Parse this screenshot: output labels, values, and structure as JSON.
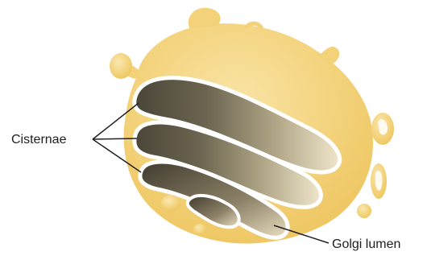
{
  "labels": {
    "cisternae": "Cisternae",
    "golgi_lumen": "Golgi lumen"
  },
  "colors": {
    "membrane_body": "#f3d27a",
    "membrane_highlight": "#f8e1a0",
    "lumen_dark": "#4a4638",
    "lumen_mid": "#9c9072",
    "lumen_light": "#efe6cc",
    "outline": "#ffffff",
    "leader_line": "#222222"
  },
  "icons": {
    "structure": "golgi-apparatus-illustration"
  }
}
